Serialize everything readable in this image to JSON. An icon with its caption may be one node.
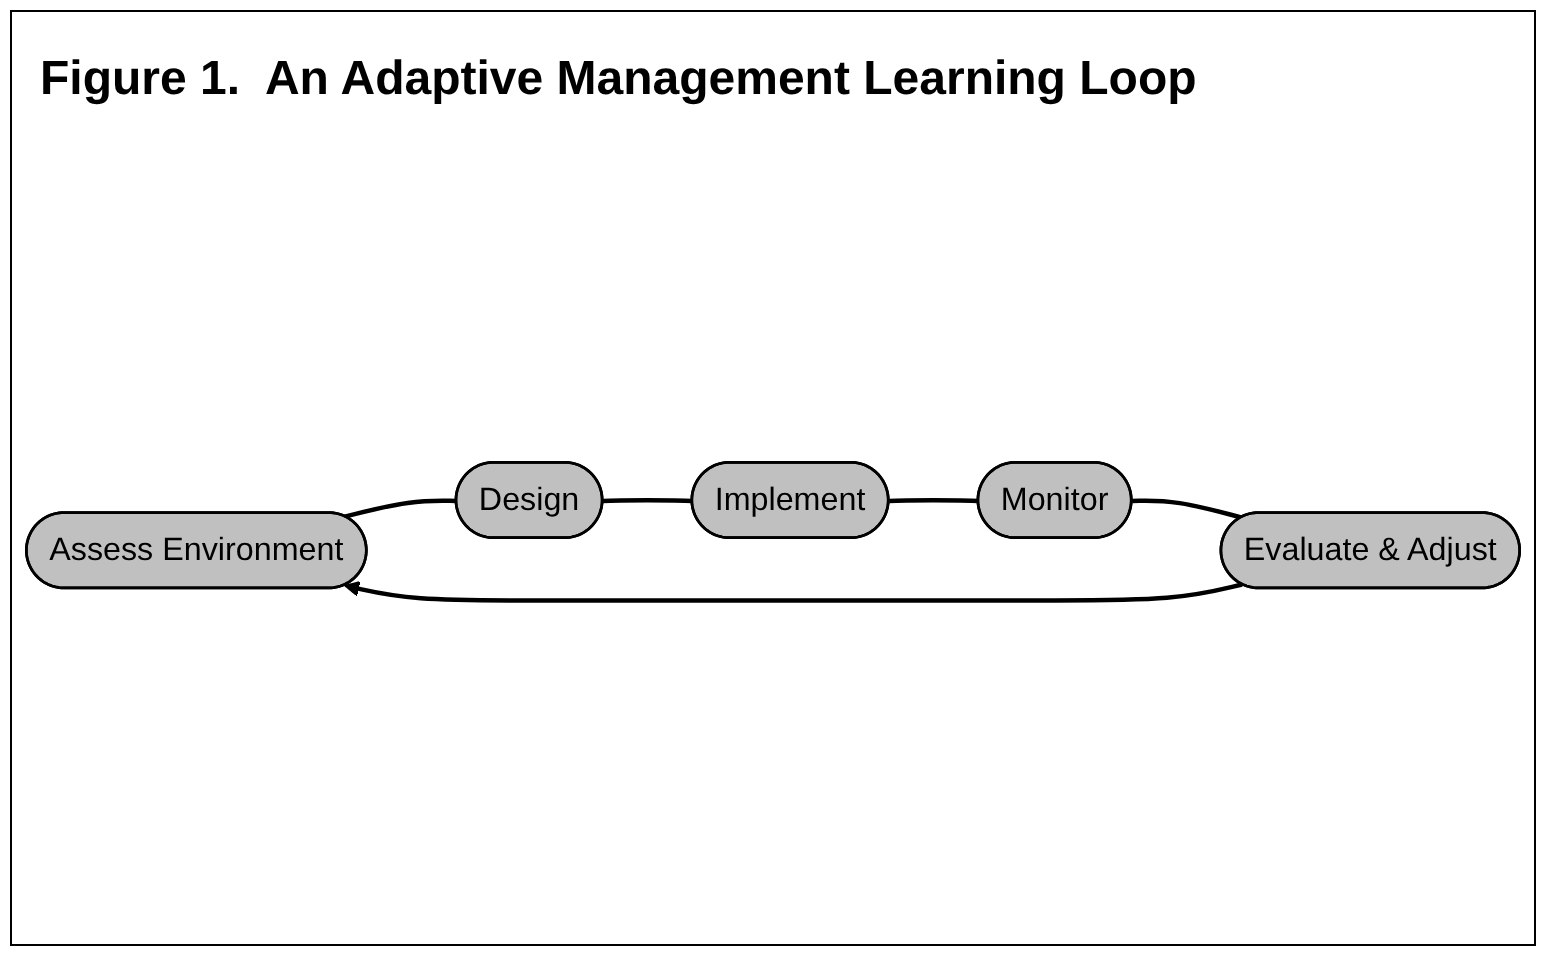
{
  "diagram": {
    "title": "Figure 1.  An Adaptive Management Learning Loop",
    "nodes": [
      {
        "text": [
          "Assess Environment"
        ]
      },
      {
        "text": [
          "Design"
        ]
      },
      {
        "text": [
          "Implement"
        ]
      },
      {
        "text": [
          "Monitor"
        ]
      },
      {
        "text": [
          "Evaluate & Adjust"
        ]
      }
    ],
    "edges": [
      {
        "from": 0,
        "to": 1,
        "arrow": "none"
      },
      {
        "from": 1,
        "to": 2,
        "arrow": "none"
      },
      {
        "from": 2,
        "to": 3,
        "arrow": "none"
      },
      {
        "from": 3,
        "to": 4,
        "arrow": "none"
      },
      {
        "from": 4,
        "to": 0,
        "arrow": "to"
      }
    ]
  }
}
